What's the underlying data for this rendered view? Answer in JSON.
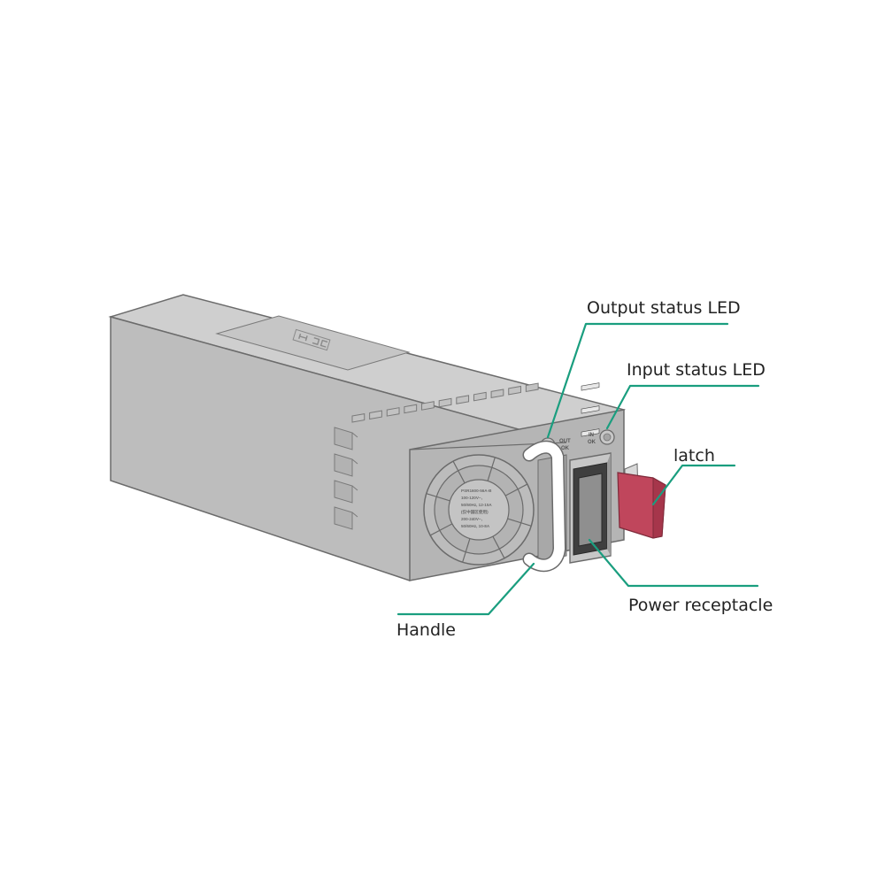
{
  "colors": {
    "body_top": "#cfcfcf",
    "body_side": "#bdbdbd",
    "body_front": "#b5b5b5",
    "outline": "#6b6b6b",
    "leader": "#1a9e7f",
    "latch": "#c0465c"
  },
  "callouts": {
    "output_led": "Output status LED",
    "input_led": "Input status LED",
    "latch": "latch",
    "power_receptacle": "Power receptacle",
    "handle": "Handle"
  },
  "panel_labels": {
    "out_line1": "OUT",
    "out_line2": "OK",
    "in_line1": "IN",
    "in_line2": "OK"
  },
  "fan_label_lines": [
    "PSR1600-56A-B",
    "100-120V~,",
    "50/60Hz, 12-15A",
    "(仅中国区使用)",
    "200-240V~,",
    "50/60Hz, 10-8A"
  ],
  "icons": {
    "top_logo": "h3c-logo-icon",
    "fan": "fan-grille-icon",
    "led": "led-indicator-icon"
  }
}
